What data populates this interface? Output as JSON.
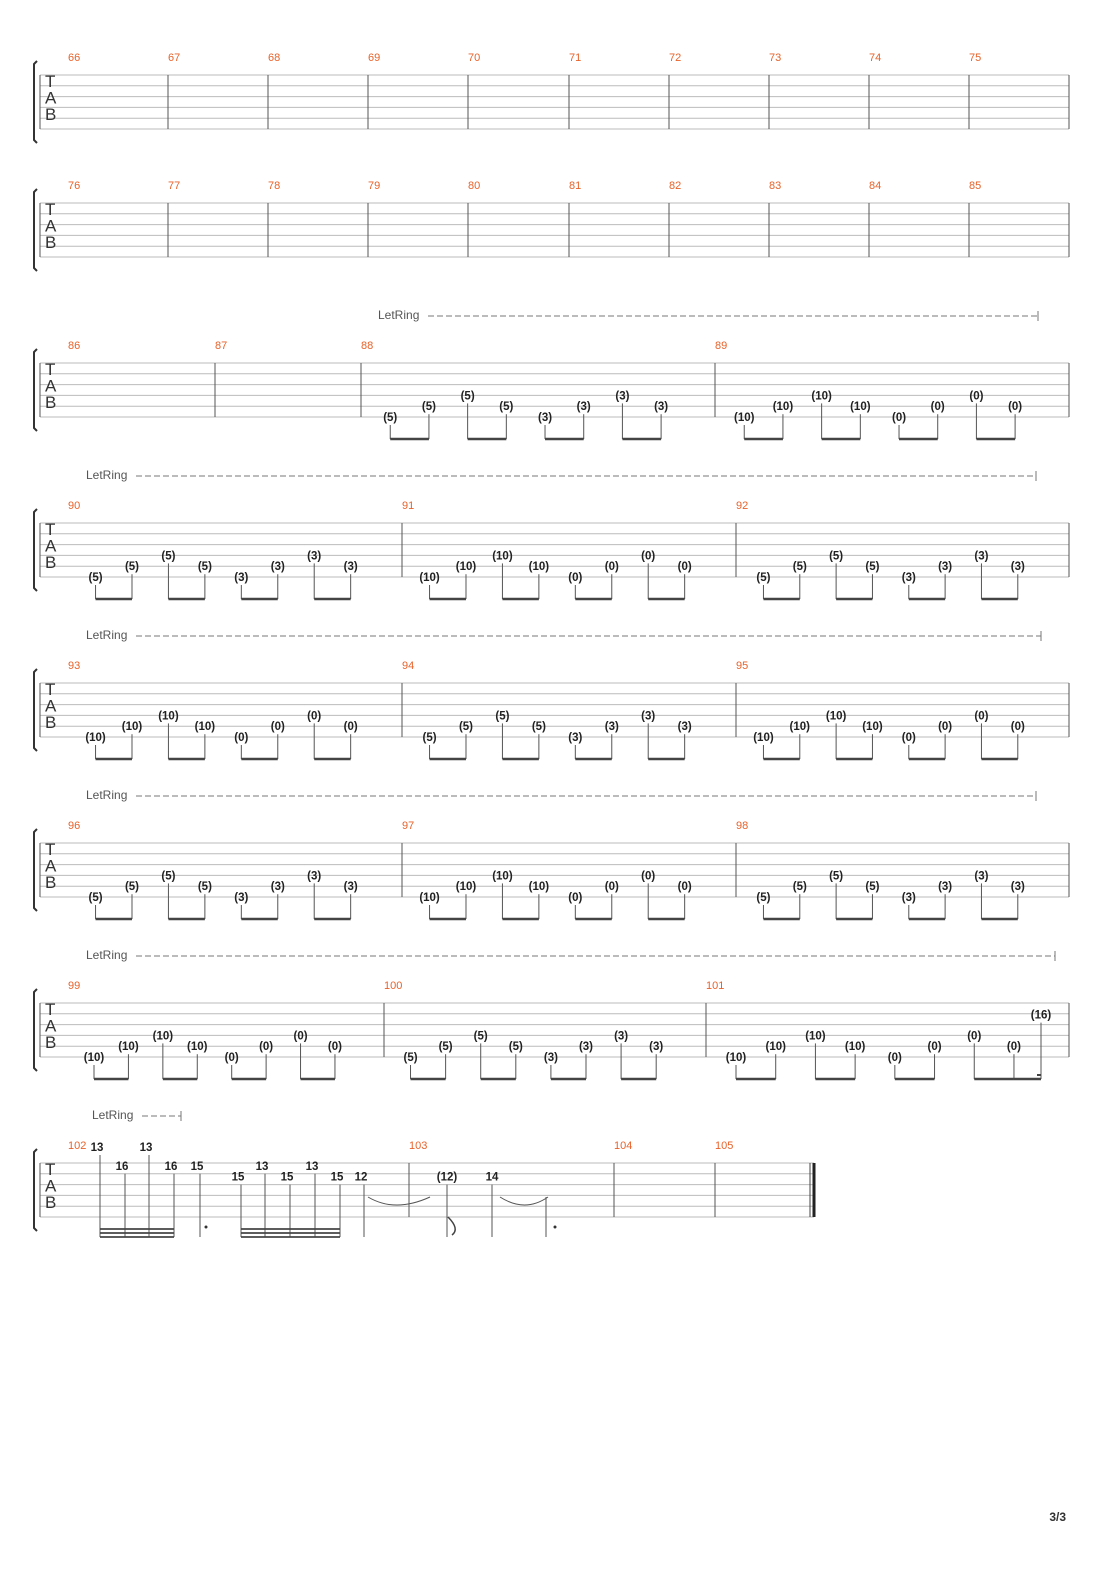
{
  "document": {
    "page_label": "3/3",
    "tab_clef": [
      "T",
      "A",
      "B"
    ],
    "annotation_label": "LetRing"
  },
  "systems": [
    {
      "measures": [
        {
          "number": "66",
          "notes": []
        },
        {
          "number": "67",
          "notes": []
        },
        {
          "number": "68",
          "notes": []
        },
        {
          "number": "69",
          "notes": []
        },
        {
          "number": "70",
          "notes": []
        },
        {
          "number": "71",
          "notes": []
        },
        {
          "number": "72",
          "notes": []
        },
        {
          "number": "73",
          "notes": []
        },
        {
          "number": "74",
          "notes": []
        },
        {
          "number": "75",
          "notes": []
        }
      ]
    },
    {
      "measures": [
        {
          "number": "76",
          "notes": []
        },
        {
          "number": "77",
          "notes": []
        },
        {
          "number": "78",
          "notes": []
        },
        {
          "number": "79",
          "notes": []
        },
        {
          "number": "80",
          "notes": []
        },
        {
          "number": "81",
          "notes": []
        },
        {
          "number": "82",
          "notes": []
        },
        {
          "number": "83",
          "notes": []
        },
        {
          "number": "84",
          "notes": []
        },
        {
          "number": "85",
          "notes": []
        }
      ]
    },
    {
      "let_ring": true,
      "measures": [
        {
          "number": "86",
          "notes": []
        },
        {
          "number": "87",
          "notes": []
        },
        {
          "number": "88",
          "notes": [
            {
              "fret": "(5)",
              "string": 6
            },
            {
              "fret": "(5)",
              "string": 5
            },
            {
              "fret": "(5)",
              "string": 4
            },
            {
              "fret": "(5)",
              "string": 5
            },
            {
              "fret": "(3)",
              "string": 6
            },
            {
              "fret": "(3)",
              "string": 5
            },
            {
              "fret": "(3)",
              "string": 4
            },
            {
              "fret": "(3)",
              "string": 5
            }
          ]
        },
        {
          "number": "89",
          "notes": [
            {
              "fret": "(10)",
              "string": 6
            },
            {
              "fret": "(10)",
              "string": 5
            },
            {
              "fret": "(10)",
              "string": 4
            },
            {
              "fret": "(10)",
              "string": 5
            },
            {
              "fret": "(0)",
              "string": 6
            },
            {
              "fret": "(0)",
              "string": 5
            },
            {
              "fret": "(0)",
              "string": 4
            },
            {
              "fret": "(0)",
              "string": 5
            }
          ]
        }
      ]
    },
    {
      "let_ring": true,
      "measures": [
        {
          "number": "90",
          "notes": [
            {
              "fret": "(5)",
              "string": 6
            },
            {
              "fret": "(5)",
              "string": 5
            },
            {
              "fret": "(5)",
              "string": 4
            },
            {
              "fret": "(5)",
              "string": 5
            },
            {
              "fret": "(3)",
              "string": 6
            },
            {
              "fret": "(3)",
              "string": 5
            },
            {
              "fret": "(3)",
              "string": 4
            },
            {
              "fret": "(3)",
              "string": 5
            }
          ]
        },
        {
          "number": "91",
          "notes": [
            {
              "fret": "(10)",
              "string": 6
            },
            {
              "fret": "(10)",
              "string": 5
            },
            {
              "fret": "(10)",
              "string": 4
            },
            {
              "fret": "(10)",
              "string": 5
            },
            {
              "fret": "(0)",
              "string": 6
            },
            {
              "fret": "(0)",
              "string": 5
            },
            {
              "fret": "(0)",
              "string": 4
            },
            {
              "fret": "(0)",
              "string": 5
            }
          ]
        },
        {
          "number": "92",
          "notes": [
            {
              "fret": "(5)",
              "string": 6
            },
            {
              "fret": "(5)",
              "string": 5
            },
            {
              "fret": "(5)",
              "string": 4
            },
            {
              "fret": "(5)",
              "string": 5
            },
            {
              "fret": "(3)",
              "string": 6
            },
            {
              "fret": "(3)",
              "string": 5
            },
            {
              "fret": "(3)",
              "string": 4
            },
            {
              "fret": "(3)",
              "string": 5
            }
          ]
        }
      ]
    },
    {
      "let_ring": true,
      "measures": [
        {
          "number": "93",
          "notes": [
            {
              "fret": "(10)",
              "string": 6
            },
            {
              "fret": "(10)",
              "string": 5
            },
            {
              "fret": "(10)",
              "string": 4
            },
            {
              "fret": "(10)",
              "string": 5
            },
            {
              "fret": "(0)",
              "string": 6
            },
            {
              "fret": "(0)",
              "string": 5
            },
            {
              "fret": "(0)",
              "string": 4
            },
            {
              "fret": "(0)",
              "string": 5
            }
          ]
        },
        {
          "number": "94",
          "notes": [
            {
              "fret": "(5)",
              "string": 6
            },
            {
              "fret": "(5)",
              "string": 5
            },
            {
              "fret": "(5)",
              "string": 4
            },
            {
              "fret": "(5)",
              "string": 5
            },
            {
              "fret": "(3)",
              "string": 6
            },
            {
              "fret": "(3)",
              "string": 5
            },
            {
              "fret": "(3)",
              "string": 4
            },
            {
              "fret": "(3)",
              "string": 5
            }
          ]
        },
        {
          "number": "95",
          "notes": [
            {
              "fret": "(10)",
              "string": 6
            },
            {
              "fret": "(10)",
              "string": 5
            },
            {
              "fret": "(10)",
              "string": 4
            },
            {
              "fret": "(10)",
              "string": 5
            },
            {
              "fret": "(0)",
              "string": 6
            },
            {
              "fret": "(0)",
              "string": 5
            },
            {
              "fret": "(0)",
              "string": 4
            },
            {
              "fret": "(0)",
              "string": 5
            }
          ]
        }
      ]
    },
    {
      "let_ring": true,
      "measures": [
        {
          "number": "96",
          "notes": [
            {
              "fret": "(5)",
              "string": 6
            },
            {
              "fret": "(5)",
              "string": 5
            },
            {
              "fret": "(5)",
              "string": 4
            },
            {
              "fret": "(5)",
              "string": 5
            },
            {
              "fret": "(3)",
              "string": 6
            },
            {
              "fret": "(3)",
              "string": 5
            },
            {
              "fret": "(3)",
              "string": 4
            },
            {
              "fret": "(3)",
              "string": 5
            }
          ]
        },
        {
          "number": "97",
          "notes": [
            {
              "fret": "(10)",
              "string": 6
            },
            {
              "fret": "(10)",
              "string": 5
            },
            {
              "fret": "(10)",
              "string": 4
            },
            {
              "fret": "(10)",
              "string": 5
            },
            {
              "fret": "(0)",
              "string": 6
            },
            {
              "fret": "(0)",
              "string": 5
            },
            {
              "fret": "(0)",
              "string": 4
            },
            {
              "fret": "(0)",
              "string": 5
            }
          ]
        },
        {
          "number": "98",
          "notes": [
            {
              "fret": "(5)",
              "string": 6
            },
            {
              "fret": "(5)",
              "string": 5
            },
            {
              "fret": "(5)",
              "string": 4
            },
            {
              "fret": "(5)",
              "string": 5
            },
            {
              "fret": "(3)",
              "string": 6
            },
            {
              "fret": "(3)",
              "string": 5
            },
            {
              "fret": "(3)",
              "string": 4
            },
            {
              "fret": "(3)",
              "string": 5
            }
          ]
        }
      ]
    },
    {
      "let_ring": true,
      "measures": [
        {
          "number": "99",
          "notes": [
            {
              "fret": "(10)",
              "string": 6
            },
            {
              "fret": "(10)",
              "string": 5
            },
            {
              "fret": "(10)",
              "string": 4
            },
            {
              "fret": "(10)",
              "string": 5
            },
            {
              "fret": "(0)",
              "string": 6
            },
            {
              "fret": "(0)",
              "string": 5
            },
            {
              "fret": "(0)",
              "string": 4
            },
            {
              "fret": "(0)",
              "string": 5
            }
          ]
        },
        {
          "number": "100",
          "notes": [
            {
              "fret": "(5)",
              "string": 6
            },
            {
              "fret": "(5)",
              "string": 5
            },
            {
              "fret": "(5)",
              "string": 4
            },
            {
              "fret": "(5)",
              "string": 5
            },
            {
              "fret": "(3)",
              "string": 6
            },
            {
              "fret": "(3)",
              "string": 5
            },
            {
              "fret": "(3)",
              "string": 4
            },
            {
              "fret": "(3)",
              "string": 5
            }
          ]
        },
        {
          "number": "101",
          "notes": [
            {
              "fret": "(10)",
              "string": 6
            },
            {
              "fret": "(10)",
              "string": 5
            },
            {
              "fret": "(10)",
              "string": 4
            },
            {
              "fret": "(10)",
              "string": 5
            },
            {
              "fret": "(0)",
              "string": 6
            },
            {
              "fret": "(0)",
              "string": 5
            },
            {
              "fret": "(0)",
              "string": 4
            },
            {
              "fret": "(0)",
              "string": 5
            },
            {
              "fret": "(16)",
              "string": 3
            }
          ]
        }
      ]
    },
    {
      "let_ring": true,
      "measures": [
        {
          "number": "102",
          "notes": [
            {
              "fret": "13",
              "string": 1
            },
            {
              "fret": "16",
              "string": 2
            },
            {
              "fret": "13",
              "string": 1
            },
            {
              "fret": "16",
              "string": 2
            },
            {
              "fret": "15",
              "string": 2
            },
            {
              "fret": "15",
              "string": 3
            },
            {
              "fret": "13",
              "string": 2
            },
            {
              "fret": "15",
              "string": 3
            },
            {
              "fret": "13",
              "string": 2
            },
            {
              "fret": "15",
              "string": 3
            },
            {
              "fret": "12",
              "string": 3
            }
          ]
        },
        {
          "number": "103",
          "notes": [
            {
              "fret": "(12)",
              "string": 3
            },
            {
              "fret": "14",
              "string": 3
            }
          ]
        },
        {
          "number": "104",
          "notes": []
        },
        {
          "number": "105",
          "notes": []
        }
      ]
    }
  ]
}
